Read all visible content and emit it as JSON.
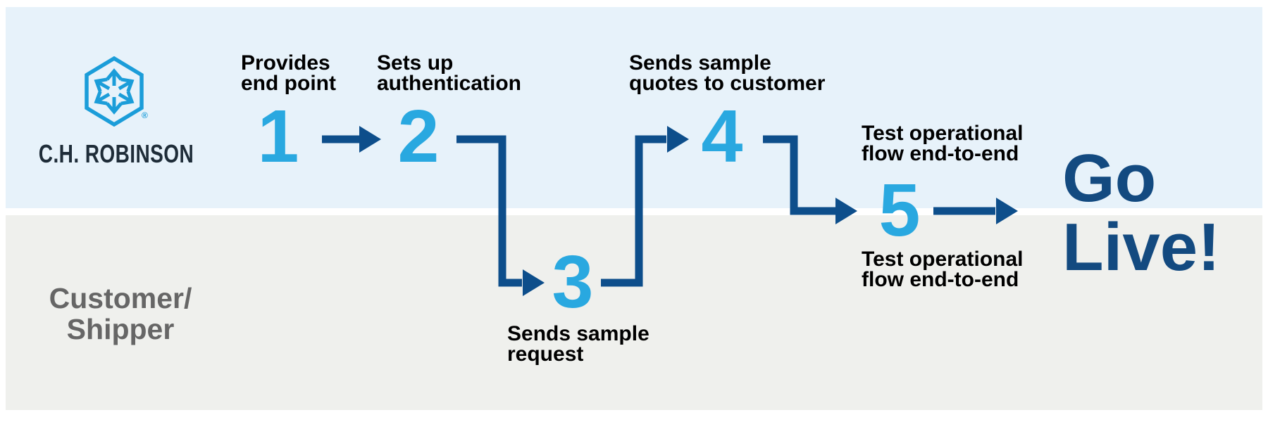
{
  "logo": {
    "company": "C.H. ROBINSON",
    "registered_mark": "®",
    "icon": "hexagon-with-six-outward-arrows"
  },
  "lanes": {
    "top_owner": "C.H. Robinson",
    "bottom_label": {
      "line1": "Customer/",
      "line2": "Shipper"
    }
  },
  "steps": [
    {
      "number": "1",
      "label": {
        "line1": "Provides",
        "line2": "end point"
      }
    },
    {
      "number": "2",
      "label": {
        "line1": "Sets up",
        "line2": "authentication"
      }
    },
    {
      "number": "3",
      "label": {
        "line1": "Sends sample",
        "line2": "request"
      }
    },
    {
      "number": "4",
      "label": {
        "line1": "Sends sample",
        "line2": "quotes to customer"
      }
    },
    {
      "number": "5",
      "label_top": {
        "line1": "Test operational",
        "line2": "flow end-to-end"
      },
      "label_bottom": {
        "line1": "Test operational",
        "line2": "flow end-to-end"
      }
    }
  ],
  "finale": {
    "line1": "Go",
    "line2": "Live!"
  },
  "colors": {
    "band_blue": "#E7F2FA",
    "band_gray": "#EFF0ED",
    "number_blue": "#29A8E0",
    "arrow_blue": "#0D4E8B",
    "golive_blue": "#134A80",
    "logo_blue": "#1B9DD9",
    "logo_text": "#1E2C38",
    "label_black": "#000000",
    "customer_gray": "#666666"
  }
}
